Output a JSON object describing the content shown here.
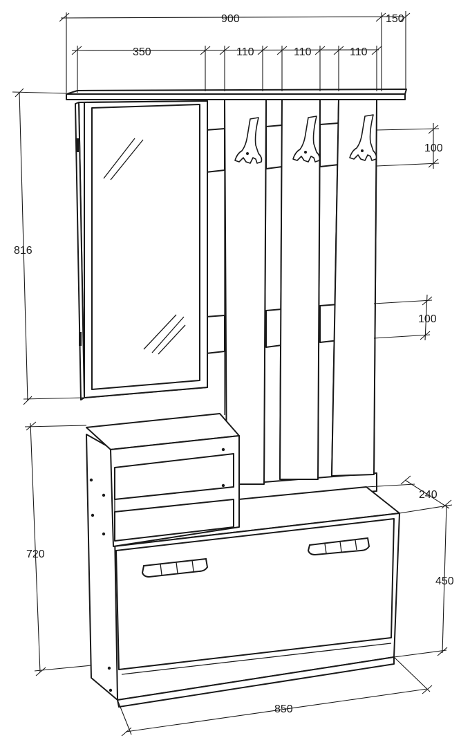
{
  "dimensions": {
    "total_width": "900",
    "shelf_depth": "150",
    "mirror_width": "350",
    "panel_width_1": "110",
    "panel_width_2": "110",
    "panel_width_3": "110",
    "upper_height": "816",
    "hook_spacing": "100",
    "slot_spacing": "100",
    "cabinet_depth": "240",
    "cabinet_height": "720",
    "shoe_box_height": "450",
    "cabinet_width": "850"
  },
  "colors": {
    "ink": "#1a1a1a",
    "paper": "#ffffff"
  }
}
